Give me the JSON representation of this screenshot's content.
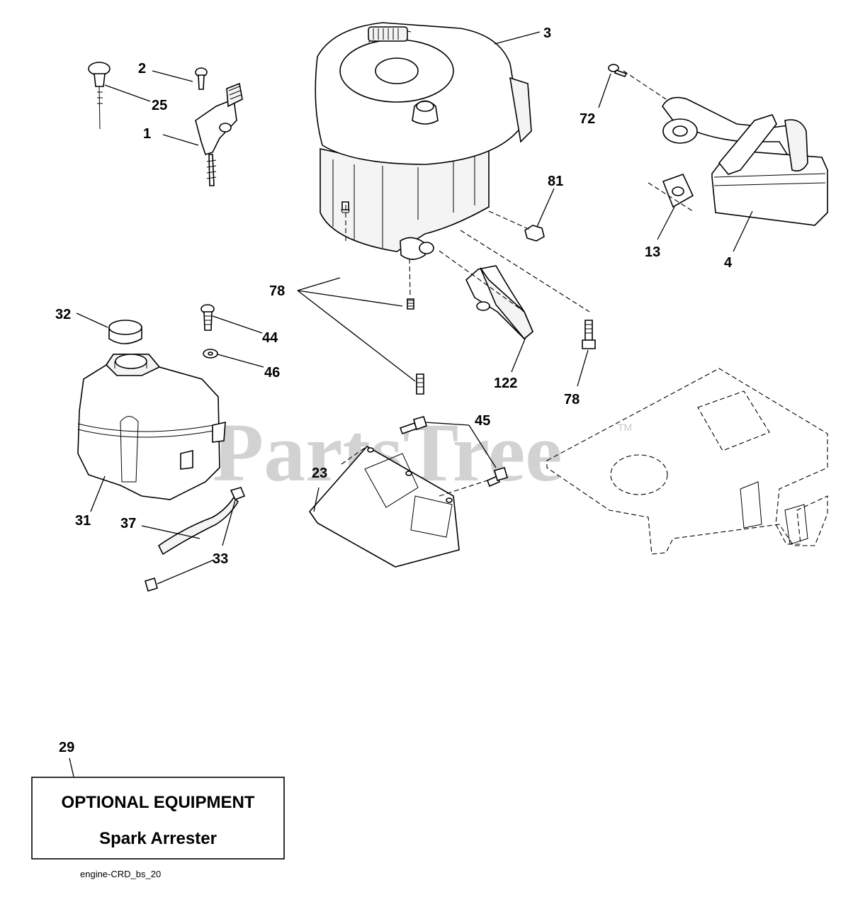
{
  "watermark": {
    "brand": "PartsTree",
    "trademark": "TM"
  },
  "callouts": {
    "c1": "1",
    "c2": "2",
    "c3": "3",
    "c4": "4",
    "c13": "13",
    "c23": "23",
    "c25": "25",
    "c29": "29",
    "c31": "31",
    "c32": "32",
    "c33": "33",
    "c37": "37",
    "c44": "44",
    "c45": "45",
    "c46": "46",
    "c72": "72",
    "c78a": "78",
    "c78b": "78",
    "c81": "81",
    "c122": "122"
  },
  "optional_box": {
    "title": "OPTIONAL EQUIPMENT",
    "subtitle": "Spark Arrester"
  },
  "diagram_code": "engine-CRD_bs_20"
}
